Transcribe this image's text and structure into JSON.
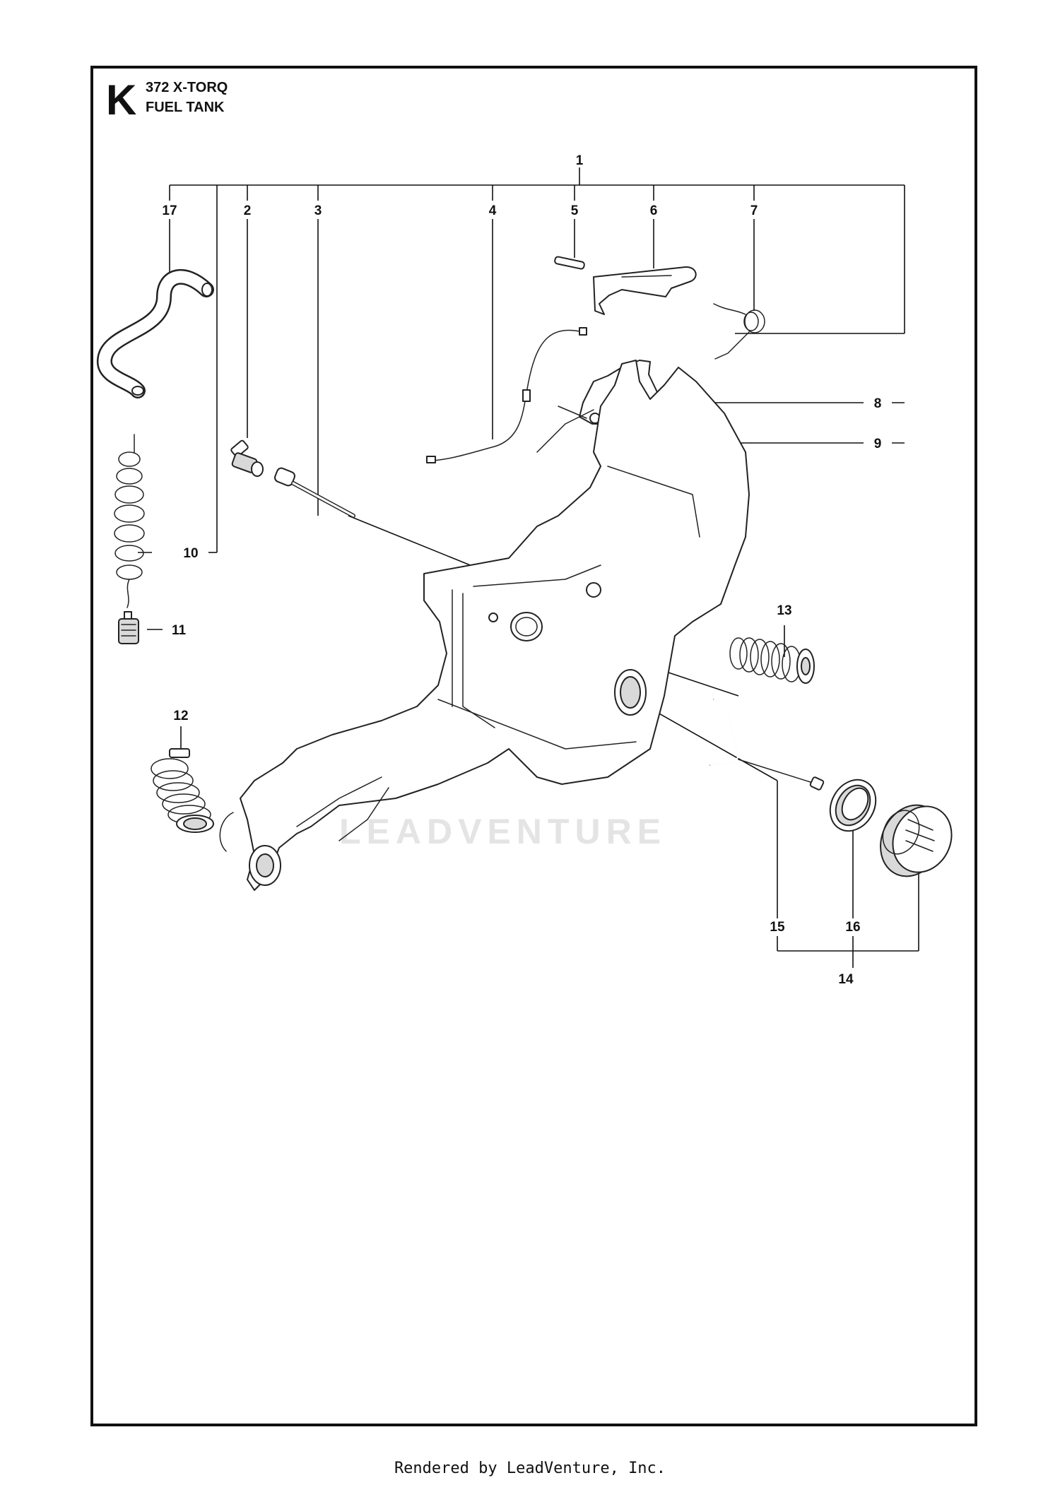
{
  "header": {
    "section_letter": "K",
    "model": "372 X-TORQ",
    "title": "FUEL TANK"
  },
  "callouts": [
    "1",
    "2",
    "3",
    "4",
    "5",
    "6",
    "7",
    "8",
    "9",
    "10",
    "11",
    "12",
    "13",
    "14",
    "15",
    "16",
    "17"
  ],
  "watermark": "LEADVENTURE",
  "footer": "Rendered by LeadVenture, Inc."
}
